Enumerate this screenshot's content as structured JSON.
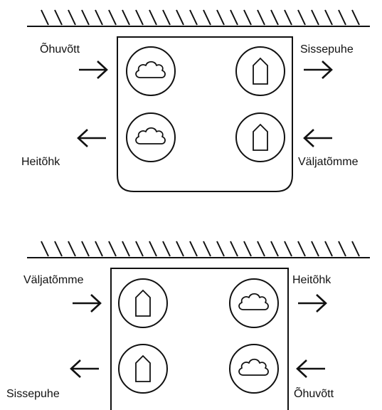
{
  "diagrams": [
    {
      "labels": {
        "top_left": "Õhuvõtt",
        "top_right": "Sissepuhe",
        "bottom_left": "Heitõhk",
        "bottom_right": "Väljatõmme"
      },
      "icons": {
        "top_left": "cloud-icon",
        "top_right": "house-icon",
        "bottom_left": "cloud-icon",
        "bottom_right": "house-icon"
      },
      "arrows": {
        "top_left": "arrow-right",
        "top_right": "arrow-right",
        "bottom_left": "arrow-left",
        "bottom_right": "arrow-left"
      }
    },
    {
      "labels": {
        "top_left": "Väljatõmme",
        "top_right": "Heitõhk",
        "bottom_left": "Sissepuhe",
        "bottom_right": "Õhuvõtt"
      },
      "icons": {
        "top_left": "house-icon",
        "top_right": "cloud-icon",
        "bottom_left": "house-icon",
        "bottom_right": "cloud-icon"
      },
      "arrows": {
        "top_left": "arrow-right",
        "top_right": "arrow-right",
        "bottom_left": "arrow-left",
        "bottom_right": "arrow-left"
      }
    }
  ],
  "colors": {
    "stroke": "#111111",
    "background": "#ffffff"
  }
}
